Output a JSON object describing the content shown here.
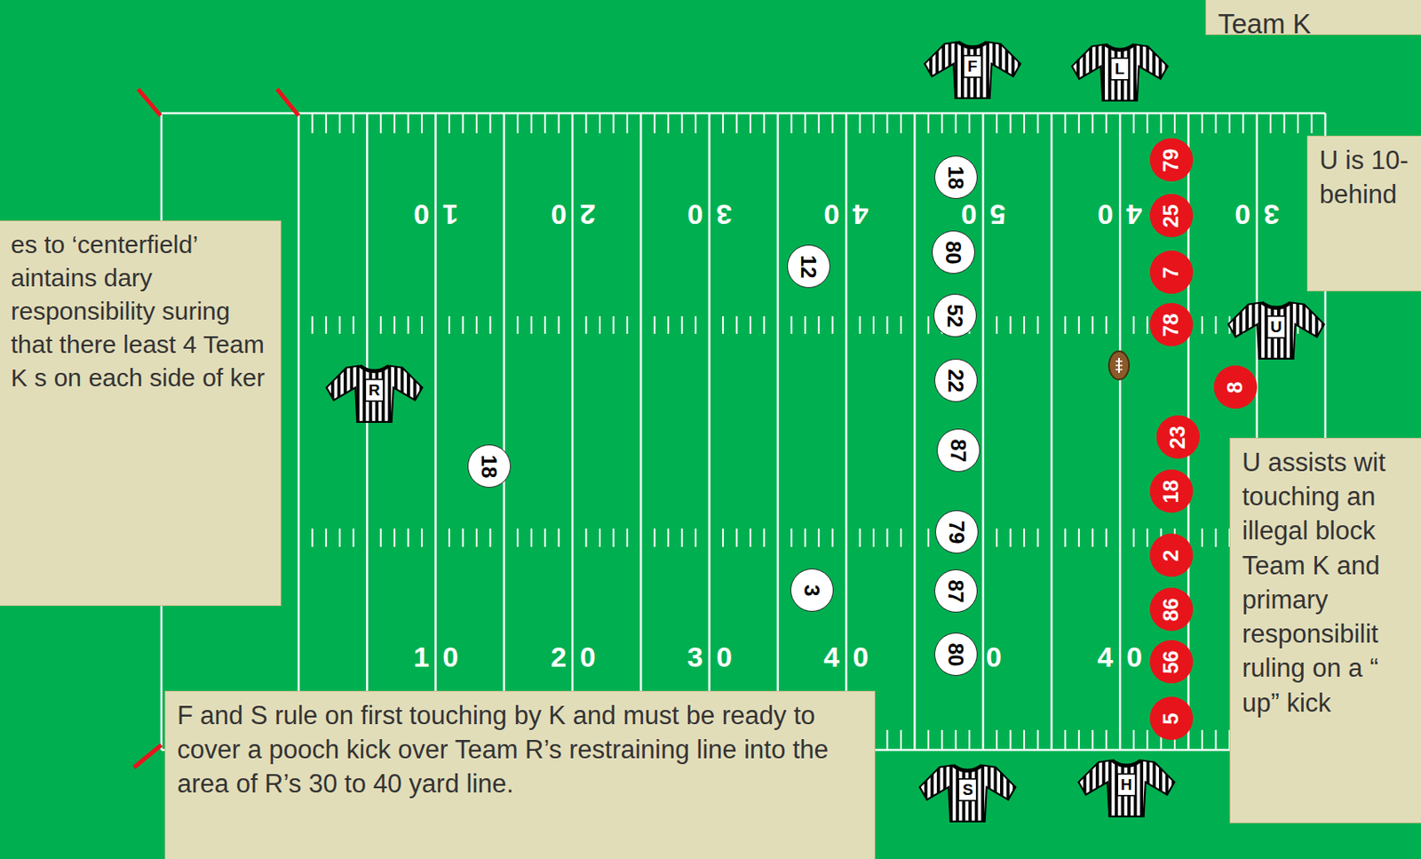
{
  "diagram": {
    "nodes": [
      {
        "text": [
          "Team K"
        ]
      },
      {
        "text": [
          "F"
        ]
      },
      {
        "text": [
          "L"
        ]
      },
      {
        "text": [
          "U is 10- behind"
        ]
      },
      {
        "text": [
          "es to ‘centerfield’ aintains dary responsibility suring that there least 4 Team K s on each side of ker"
        ]
      },
      {
        "text": [
          "R"
        ]
      },
      {
        "text": [
          "U"
        ]
      },
      {
        "text": [
          "18"
        ]
      },
      {
        "text": [
          "80"
        ]
      },
      {
        "text": [
          "52"
        ]
      },
      {
        "text": [
          "22"
        ]
      },
      {
        "text": [
          "87"
        ]
      },
      {
        "text": [
          "79"
        ]
      },
      {
        "text": [
          "87"
        ]
      },
      {
        "text": [
          "80"
        ]
      },
      {
        "text": [
          "12"
        ]
      },
      {
        "text": [
          "3"
        ]
      },
      {
        "text": [
          "18"
        ]
      },
      {
        "text": [
          "79"
        ]
      },
      {
        "text": [
          "25"
        ]
      },
      {
        "text": [
          "7"
        ]
      },
      {
        "text": [
          "78"
        ]
      },
      {
        "text": [
          "8"
        ]
      },
      {
        "text": [
          "23"
        ]
      },
      {
        "text": [
          "18"
        ]
      },
      {
        "text": [
          "2"
        ]
      },
      {
        "text": [
          "86"
        ]
      },
      {
        "text": [
          "56"
        ]
      },
      {
        "text": [
          "5"
        ]
      },
      {
        "text": [
          "U assists wit touching an illegal block Team K and primary responsibilit ruling on a “ up” kick"
        ]
      },
      {
        "text": [
          "F and S rule on first touching by K and must be ready to cover a pooch kick over Team R’s restraining line into the area of R’s 30 to 40 yard line."
        ]
      },
      {
        "text": [
          "S"
        ]
      },
      {
        "text": [
          "H"
        ]
      }
    ],
    "labels": [
      "10",
      "20",
      "30",
      "40",
      "50",
      "40",
      "30",
      "10",
      "20",
      "30",
      "40",
      "0",
      "40"
    ]
  }
}
